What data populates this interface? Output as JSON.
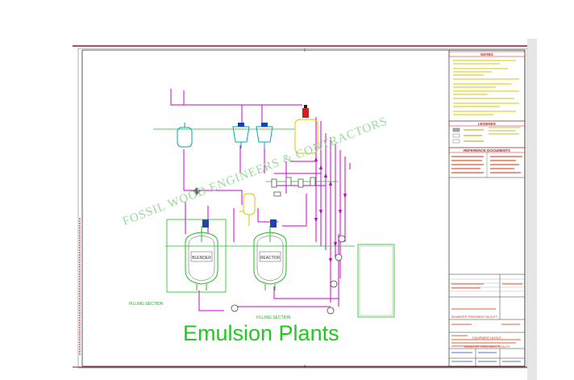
{
  "watermark": "FOSSIL WOOD ENGINEERS & CONTRACTORS",
  "caption": "Emulsion Plants",
  "vessels": {
    "blender": "BLENDER",
    "reactor": "REACTOR"
  },
  "sections": {
    "filling_left": "FILLING SECTION",
    "filling_center": "FILLING SECTION"
  },
  "title_block": {
    "notes_header": "NOTES",
    "legends_header": "LEGENDS",
    "reference_header": "REFERENCE DOCUMENTS",
    "project_title": "SEAWATER TREATMENT FACILITY",
    "drawing_title_1": "EQUIPMENT LAYOUT",
    "drawing_title_2": "SEAWATER TREATMENT FACILITY"
  },
  "colors": {
    "frame": "#7a1f1f",
    "pipe": "#cc00cc",
    "vessel": "#00aaaa",
    "equipment": "#22bb22",
    "notes_text": "#d6c800",
    "caption": "#22c722"
  }
}
